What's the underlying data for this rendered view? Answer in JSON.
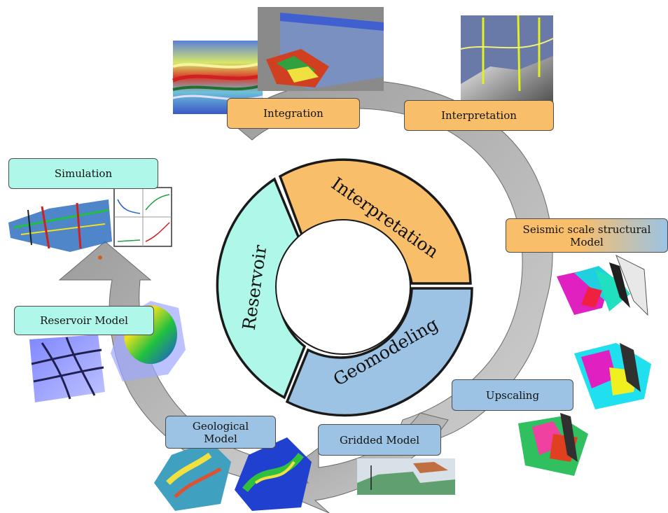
{
  "center": {
    "interpretation": "Interpretation",
    "reservoir": "Reservoir",
    "geomodeling": "Geomodeling"
  },
  "steps": {
    "integration": "Integration",
    "interpretation": "Interpretation",
    "seismic_model_line1": "Seismic scale structural",
    "seismic_model_line2": "Model",
    "upscaling": "Upscaling",
    "gridded_model": "Gridded Model",
    "geological_model_line1": "Geological",
    "geological_model_line2": "Model",
    "reservoir_model": "Reservoir Model",
    "simulation": "Simulation"
  },
  "colors": {
    "orange": "#f8be6a",
    "blue": "#9cc3e4",
    "teal": "#aff7e8",
    "arrow": "#b3b3b3"
  }
}
